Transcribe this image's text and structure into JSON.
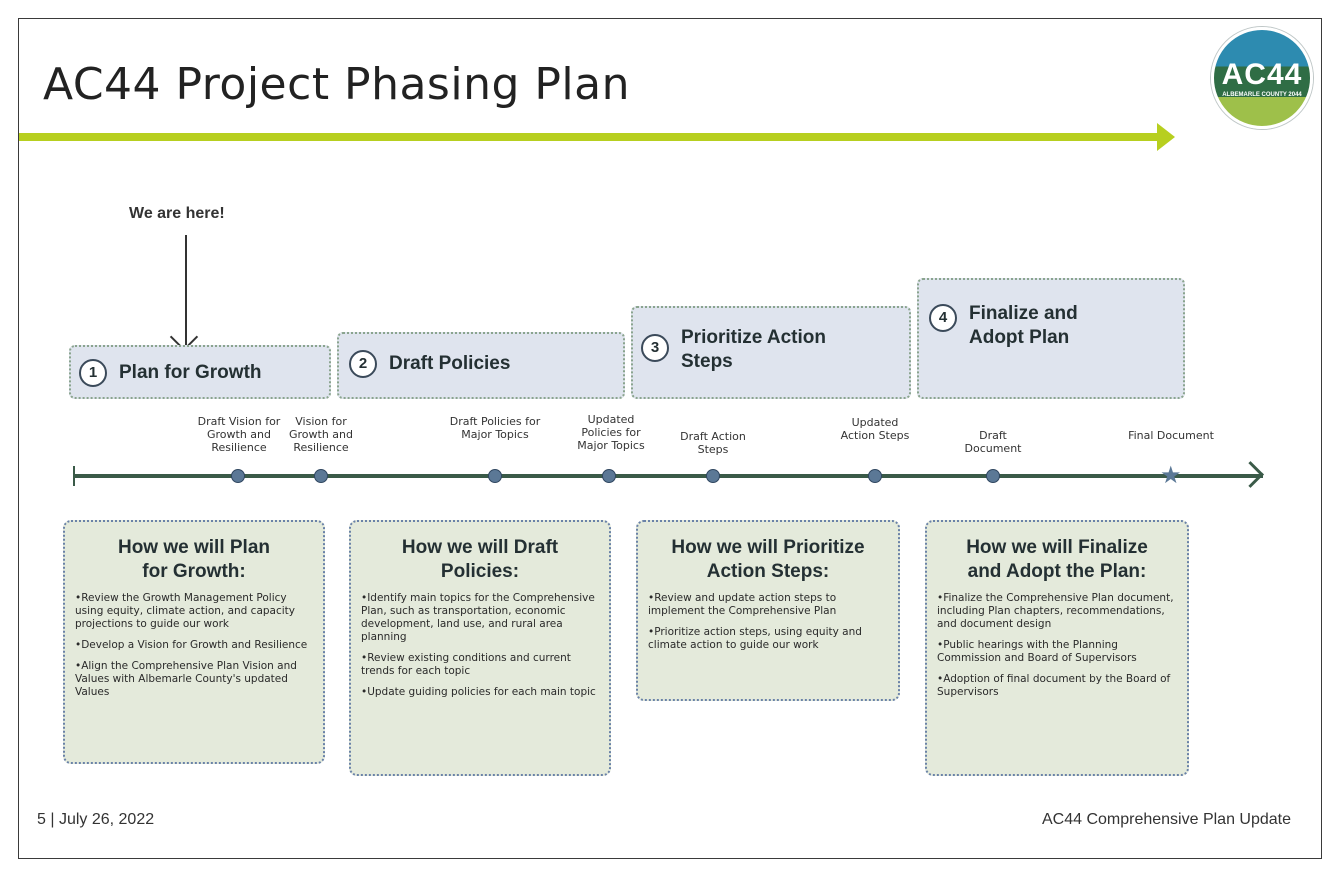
{
  "title": "AC44 Project Phasing Plan",
  "logo": {
    "main": "AC44",
    "sub": "ALBEMARLE COUNTY 2044"
  },
  "here_label": "We are here!",
  "phases": [
    {
      "num": "1",
      "label": "Plan for Growth"
    },
    {
      "num": "2",
      "label": "Draft Policies"
    },
    {
      "num": "3",
      "label": "Prioritize Action Steps"
    },
    {
      "num": "4",
      "label": "Finalize and Adopt Plan"
    }
  ],
  "milestones": [
    {
      "label": "Draft Vision for Growth and Resilience"
    },
    {
      "label": "Vision for Growth and Resilience"
    },
    {
      "label": "Draft Policies for Major Topics"
    },
    {
      "label": "Updated Policies for Major Topics"
    },
    {
      "label": "Draft Action Steps"
    },
    {
      "label": "Updated Action Steps"
    },
    {
      "label": "Draft Document"
    },
    {
      "label": "Final Document"
    }
  ],
  "cards": [
    {
      "title": "How we will Plan for Growth:",
      "items": [
        "•Review the Growth Management Policy using equity, climate action, and capacity projections to guide our work",
        "•Develop a Vision for Growth and Resilience",
        "•Align the Comprehensive Plan Vision and Values with Albemarle County's updated Values"
      ]
    },
    {
      "title": "How we will Draft Policies:",
      "items": [
        "•Identify main topics for the Comprehensive Plan, such as transportation, economic development, land use, and rural area planning",
        "•Review existing conditions and current trends for each topic",
        "•Update guiding policies for each main topic"
      ]
    },
    {
      "title": "How we will Prioritize Action Steps:",
      "items": [
        "•Review and update action steps to implement the Comprehensive Plan",
        "•Prioritize action steps, using equity and climate action to guide our work"
      ]
    },
    {
      "title": "How we will Finalize and Adopt the Plan:",
      "items": [
        "•Finalize the Comprehensive Plan document, including Plan chapters, recommendations, and document design",
        "•Public hearings with the Planning Commission and Board of Supervisors",
        "•Adoption of final document by the Board of Supervisors"
      ]
    }
  ],
  "footer": {
    "page": "5 |  July 26, 2022",
    "right": "AC44 Comprehensive Plan Update"
  }
}
